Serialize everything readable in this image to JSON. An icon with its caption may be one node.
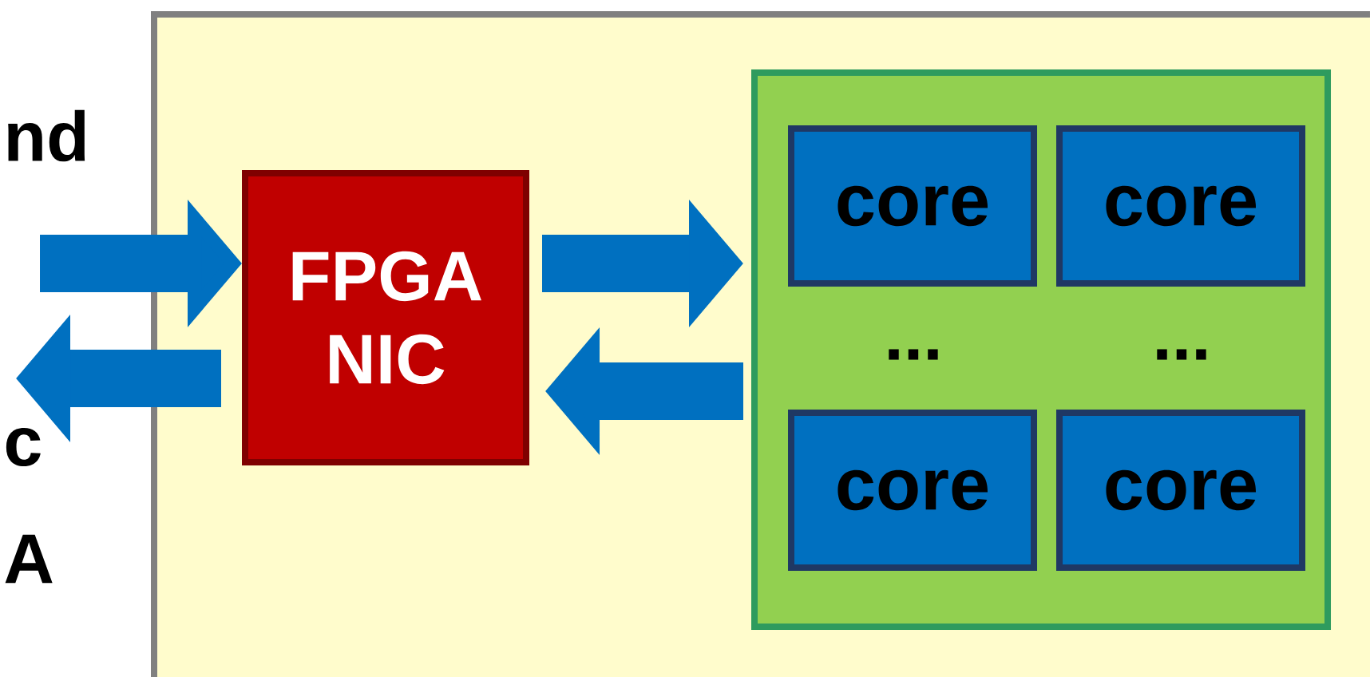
{
  "diagram": {
    "nodes": [
      {
        "text": [],
        "shape": "box"
      },
      {
        "text": [
          "FPGA NIC"
        ],
        "in": 0
      },
      {
        "text": [],
        "shape": "box",
        "in": 0
      },
      {
        "text": [
          "core"
        ],
        "in": 2
      },
      {
        "text": [
          "core"
        ],
        "in": 2
      },
      {
        "text": [
          "core"
        ],
        "in": 2
      },
      {
        "text": [
          "core"
        ],
        "in": 2
      }
    ],
    "edges": [
      {
        "from": null,
        "to": 1,
        "arrow": "to"
      },
      {
        "from": 1,
        "to": null,
        "arrow": "to"
      },
      {
        "from": 1,
        "to": 2,
        "arrow": "to"
      },
      {
        "from": 2,
        "to": 1,
        "arrow": "to"
      }
    ],
    "labels": [
      "nd",
      "...",
      "...",
      "c",
      "A"
    ]
  }
}
